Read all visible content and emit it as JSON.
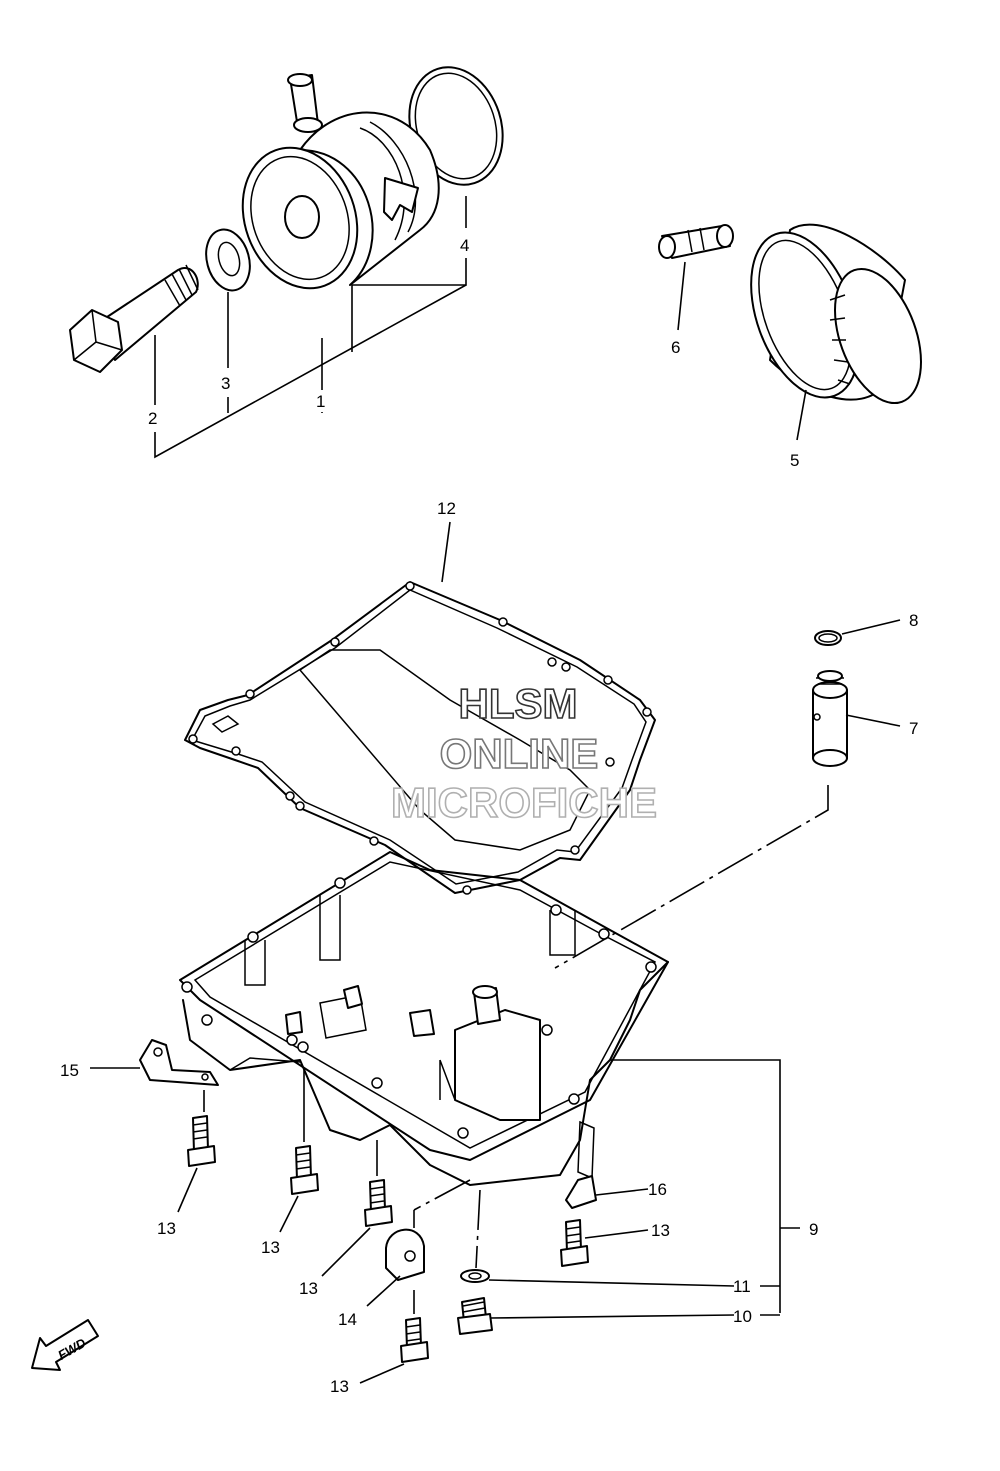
{
  "callouts": {
    "c1": "1",
    "c2": "2",
    "c3": "3",
    "c4": "4",
    "c5": "5",
    "c6": "6",
    "c7": "7",
    "c8": "8",
    "c9": "9",
    "c10": "10",
    "c11": "11",
    "c12": "12",
    "c13a": "13",
    "c13b": "13",
    "c13c": "13",
    "c13d": "13",
    "c13e": "13",
    "c14": "14",
    "c15": "15",
    "c16": "16"
  },
  "watermark": {
    "line1": "HLSM",
    "line2": "ONLINE",
    "line3": "MICROFICHE"
  },
  "fwd_badge": "FWD",
  "colors": {
    "line": "#000000",
    "background": "#ffffff",
    "watermark1": "#333333",
    "watermark2": "#777777",
    "watermark3": "#b0b0b0"
  }
}
